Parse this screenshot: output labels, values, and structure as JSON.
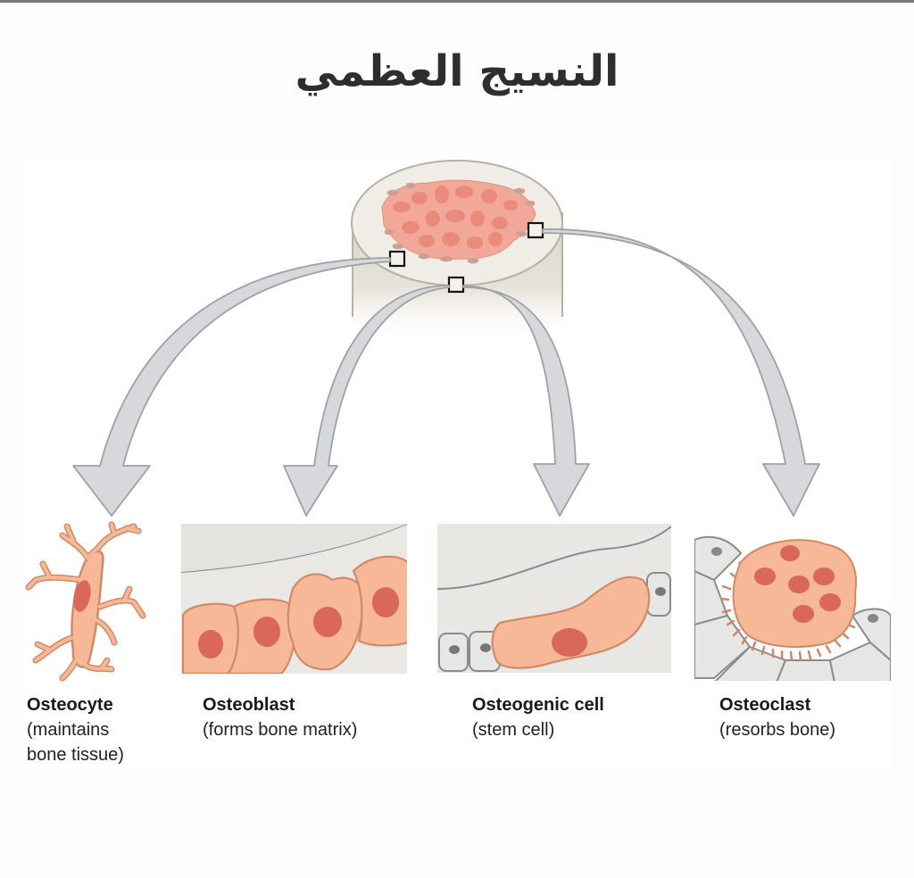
{
  "title": "النسيج العظمي",
  "diagram": {
    "source_label": "bone-cross-section",
    "cells": [
      {
        "name": "Osteocyte",
        "desc_line1": "(maintains",
        "desc_line2": "bone tissue)"
      },
      {
        "name": "Osteoblast",
        "desc_line1": "(forms bone matrix)"
      },
      {
        "name": "Osteogenic cell",
        "desc_line1": "(stem cell)"
      },
      {
        "name": "Osteoclast",
        "desc_line1": "(resorbs bone)"
      }
    ]
  },
  "colors": {
    "cell_fill": "#f6b896",
    "cell_outline": "#d08a68",
    "nucleus": "#d9675a",
    "arrow_fill": "#d6d8db",
    "arrow_stroke": "#9ea1a5",
    "bone_wall": "#dcd8cc",
    "spongy_bone": "#ee9a8a",
    "title_text": "#2e2e2e"
  }
}
